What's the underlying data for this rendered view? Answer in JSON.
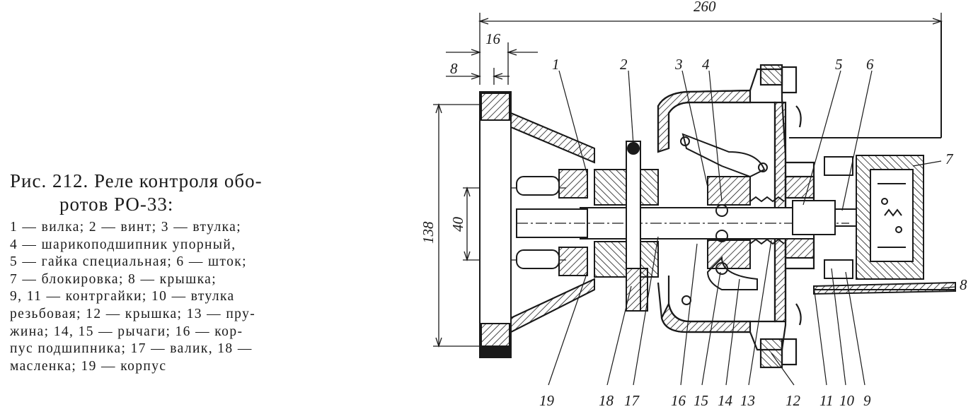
{
  "caption": {
    "title_line1": "Рис. 212. Реле контроля обо-",
    "title_line2": "ротов РО-33:",
    "legend_lines": [
      "1 — вилка; 2 — винт; 3 — втулка;",
      "4 — шарикоподшипник упорный,",
      "5 — гайка специальная; 6 — шток;",
      "7 — блокировка; 8 — крышка;",
      "9, 11 — контргайки; 10 — втулка",
      "резьбовая; 12 — крышка; 13 — пру-",
      "жина; 14, 15 — рычаги; 16 — кор-",
      "пус подшипника; 17 — валик, 18 —",
      "масленка; 19 — корпус"
    ]
  },
  "drawing": {
    "dimensions": {
      "overall": "260",
      "flange": "16",
      "flange_inner": "8",
      "height": "138",
      "bore": "40"
    },
    "part_labels": {
      "p1": "1",
      "p2": "2",
      "p3": "3",
      "p4": "4",
      "p5": "5",
      "p6": "6",
      "p7": "7",
      "p8": "8",
      "b19": "19",
      "b18": "18",
      "b17": "17",
      "b16": "16",
      "b15": "15",
      "b14": "14",
      "b13": "13",
      "b12": "12",
      "b11": "11",
      "b10": "10",
      "b9": "9"
    }
  }
}
